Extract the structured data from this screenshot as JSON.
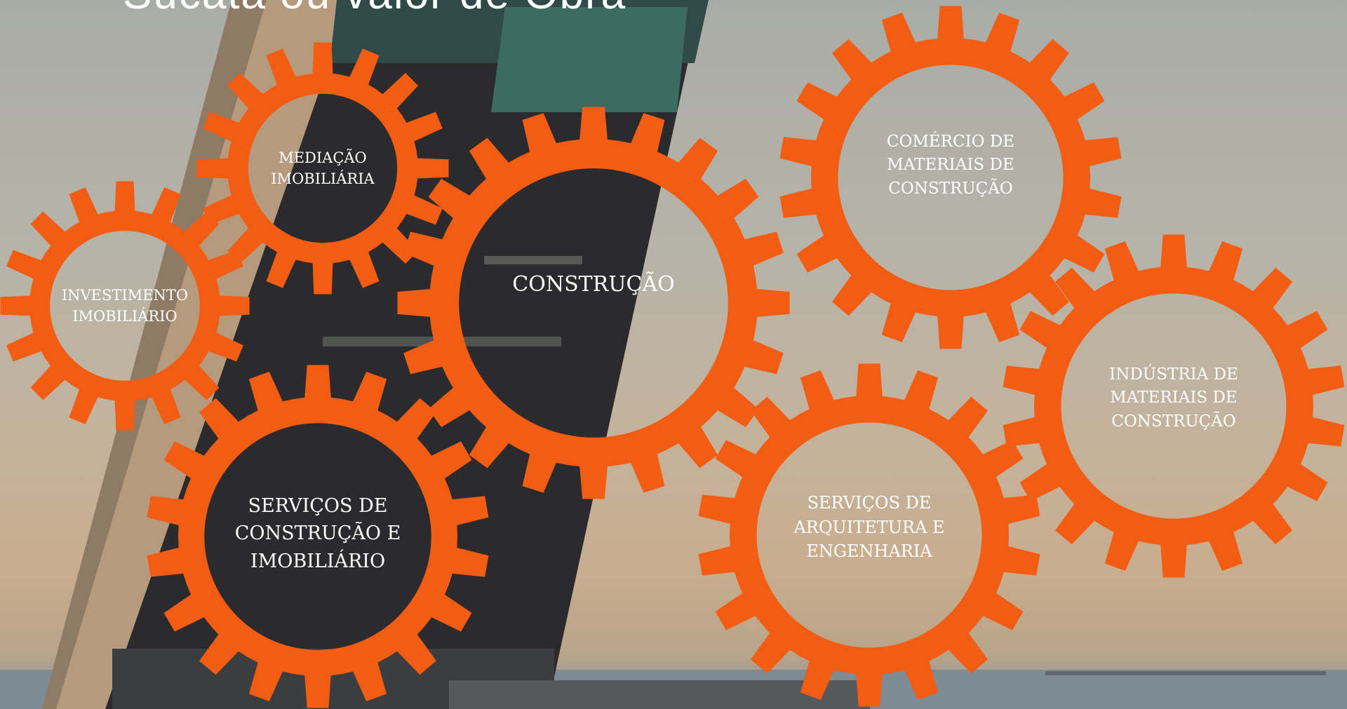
{
  "title_fragment": "Sucata ou valor de Obra",
  "colors": {
    "gear": "#f25c13",
    "label": "#ffffff"
  },
  "gears": [
    {
      "id": "mediacao",
      "label": "MEDIAÇÃO\nIMOBILIÁRIA"
    },
    {
      "id": "investimento",
      "label": "INVESTIMENTO\nIMOBILIÁRIO"
    },
    {
      "id": "construcao",
      "label": "CONSTRUÇÃO"
    },
    {
      "id": "comercio",
      "label": "COMÉRCIO DE\nMATERIAIS DE\nCONSTRUÇÃO"
    },
    {
      "id": "industria",
      "label": "INDÚSTRIA DE\nMATERIAIS DE\nCONSTRUÇÃO"
    },
    {
      "id": "servicos-construcao",
      "label": "SERVIÇOS DE\nCONSTRUÇÃO E\nIMOBILIÁRIO"
    },
    {
      "id": "servicos-arquitetura",
      "label": "SERVIÇOS DE\nARQUITETURA E\nENGENHARIA"
    }
  ]
}
